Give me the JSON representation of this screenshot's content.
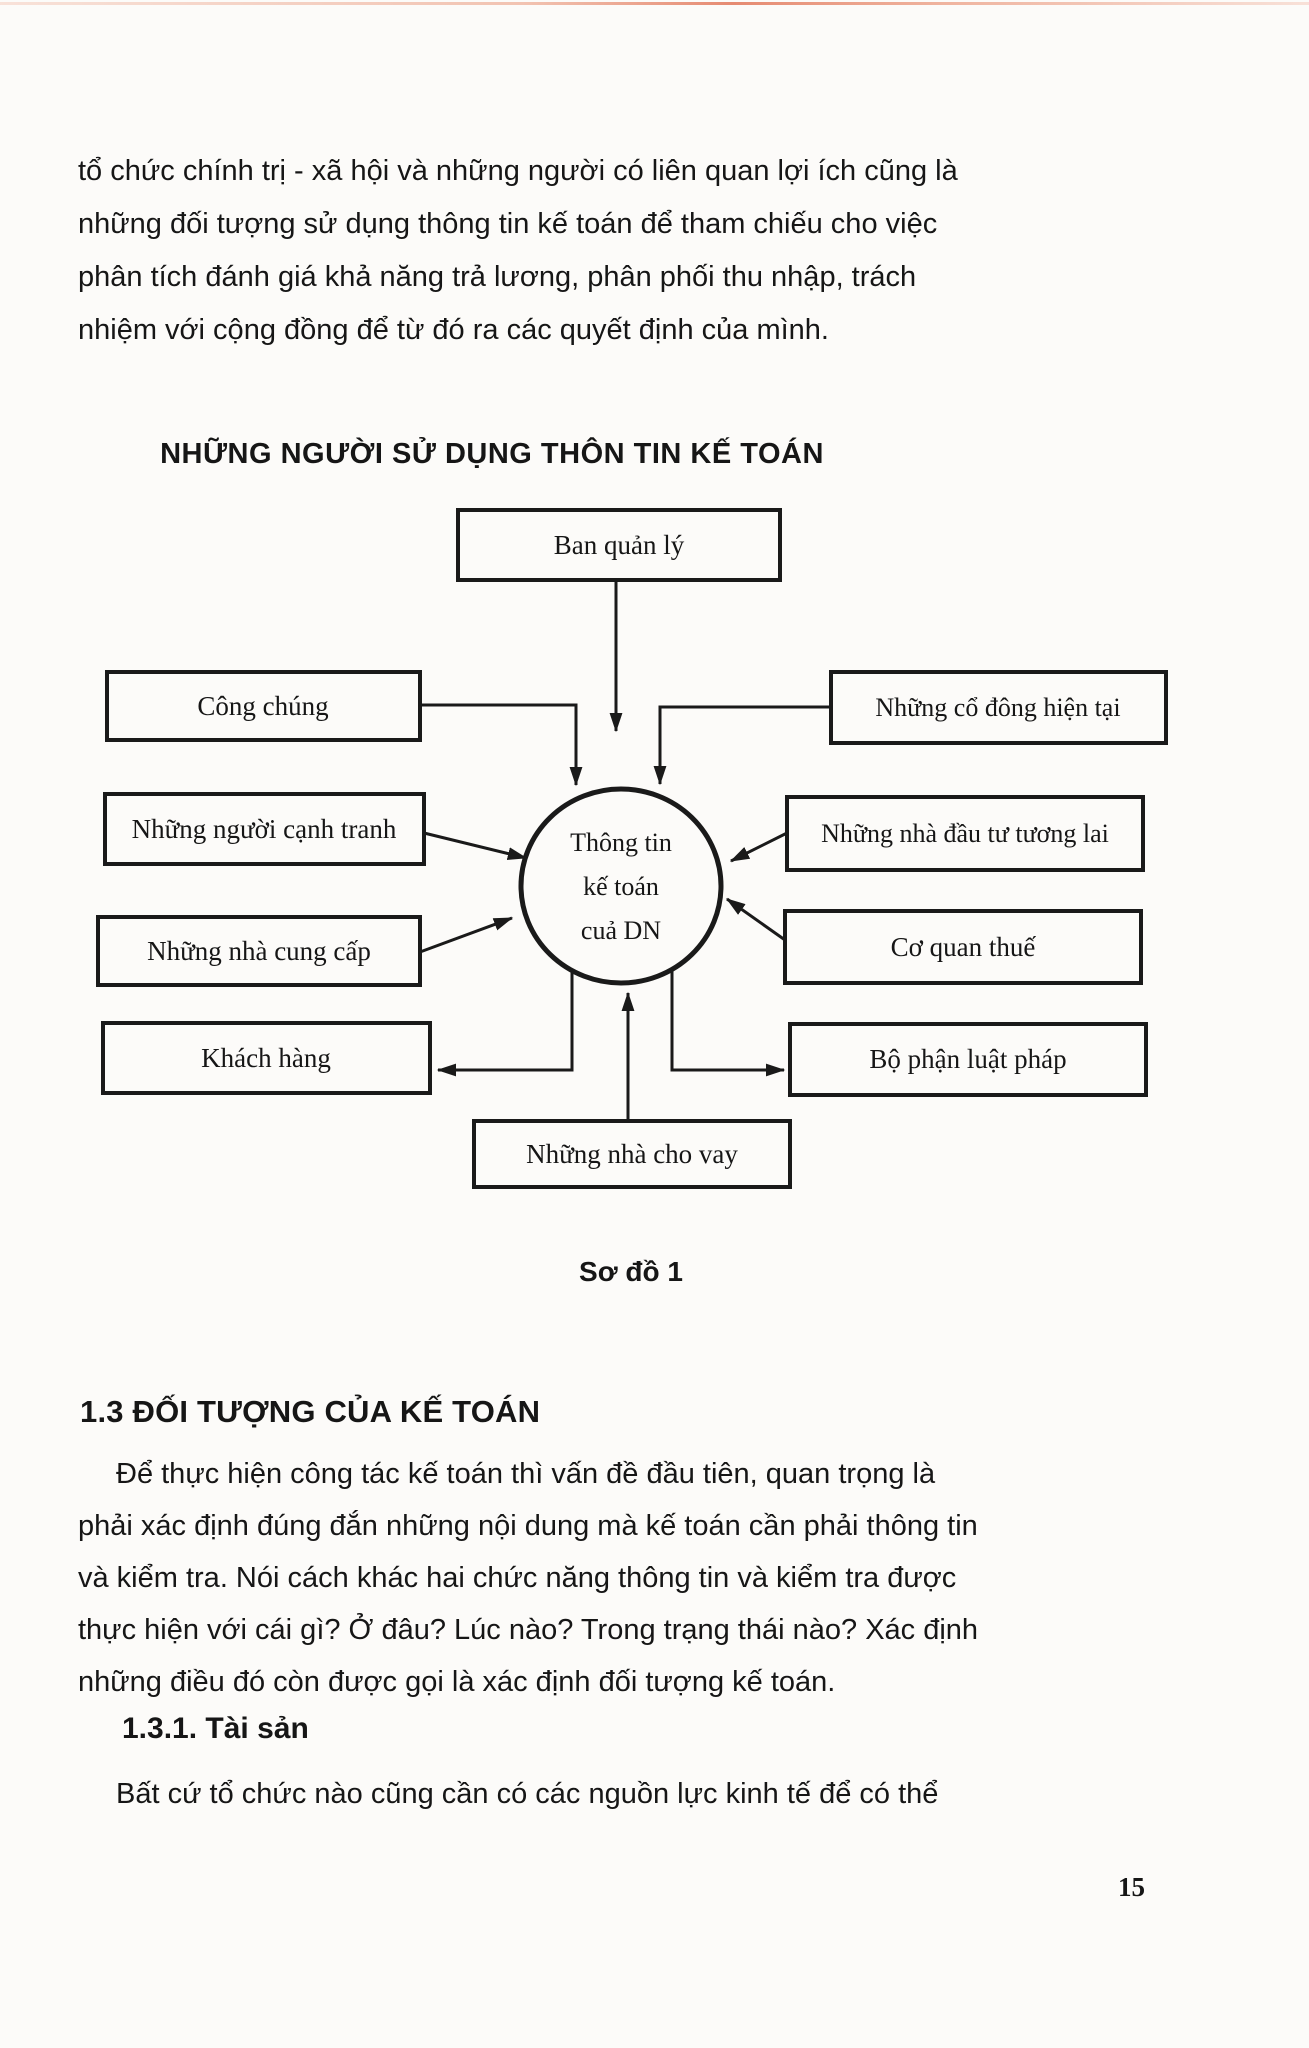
{
  "page": {
    "number": "15"
  },
  "colors": {
    "paper": "#fcfbf9",
    "ink": "#161616",
    "scan_line": "#e2775a"
  },
  "intro": {
    "lines": [
      "tổ chức chính trị - xã hội và những người có liên quan lợi ích cũng là",
      "những đối tượng sử dụng thông tin kế toán để tham chiếu cho việc",
      "phân tích đánh giá khả năng trả lương, phân phối thu nhập, trách",
      "nhiệm với cộng đồng để từ đó ra các quyết định của mình."
    ]
  },
  "diagram": {
    "title": "NHỮNG NGƯỜI SỬ DỤNG THÔN TIN KẾ TOÁN",
    "caption": "Sơ đồ 1",
    "center": {
      "line1": "Thông tin",
      "line2": "kế toán",
      "line3": "cuả DN"
    },
    "boxes": {
      "management": "Ban quản lý",
      "public": "Công chúng",
      "competitors": "Những người cạnh tranh",
      "suppliers": "Những nhà cung cấp",
      "customers": "Khách hàng",
      "shareholders": "Những cổ đông hiện tại",
      "investors": "Những nhà đầu tư tương lai",
      "tax": "Cơ quan thuế",
      "legal": "Bộ phận luật pháp",
      "lenders": "Những nhà cho vay"
    }
  },
  "section": {
    "heading": "1.3 ĐỐI TƯỢNG CỦA KẾ TOÁN",
    "lines": [
      "Để thực hiện công tác kế toán thì vấn đề đầu tiên, quan trọng là",
      "phải xác định đúng đắn những nội dung mà kế toán cần phải thông tin",
      "và kiểm tra. Nói cách khác hai chức năng thông tin và kiểm tra được",
      "thực hiện với cái gì? Ở đâu? Lúc nào? Trong trạng thái nào? Xác định",
      "những điều đó còn được gọi là xác định đối tượng kế toán."
    ],
    "subheading": "1.3.1. Tài sản",
    "body_line": "Bất cứ tổ chức nào cũng cần có các nguồn lực kinh tế để có thể"
  }
}
